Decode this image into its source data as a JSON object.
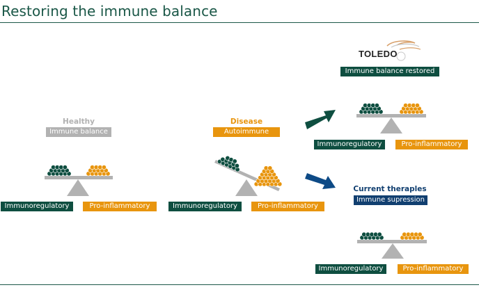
{
  "title": "Restoring the immune balance",
  "logo": {
    "text": "TOLEDO"
  },
  "healthy": {
    "caption": "Healthy",
    "tag": "Immune balance"
  },
  "disease": {
    "caption": "Disease",
    "tag": "Autoimmune"
  },
  "restored": {
    "tag": "Immune balance restored"
  },
  "therapies": {
    "caption": "Current theraples",
    "tag": "Immune supression"
  },
  "labels": {
    "regulatory": "Immunoregulatory",
    "inflammatory": "Pro-inflammatory"
  },
  "colors": {
    "brand_green": "#1a5747",
    "regulatory": "#0e4e40",
    "inflammatory": "#e8950e",
    "neutral": "#b2b2b2",
    "therapy_blue": "#113f70",
    "arrow_blue": "#0d4a86"
  }
}
